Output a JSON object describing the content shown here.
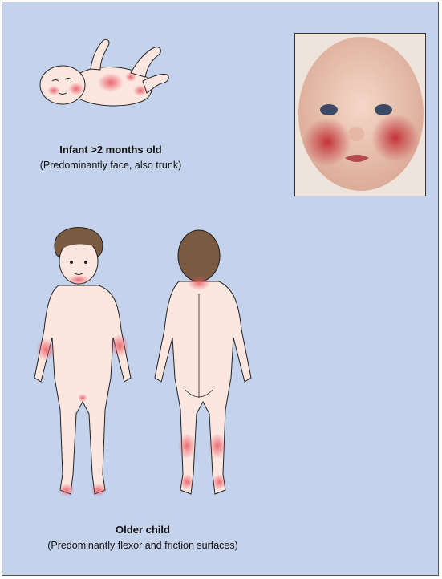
{
  "infant": {
    "title": "Infant >2 months old",
    "subtitle": "(Predominantly face, also trunk)"
  },
  "older_child": {
    "title": "Older child",
    "subtitle": "(Predominantly flexor and friction surfaces)"
  },
  "colors": {
    "background": "#c4d2ec",
    "skin": "#fbe6e0",
    "rash": "#e8505a",
    "hair": "#7a5a40",
    "outline": "#222222"
  }
}
